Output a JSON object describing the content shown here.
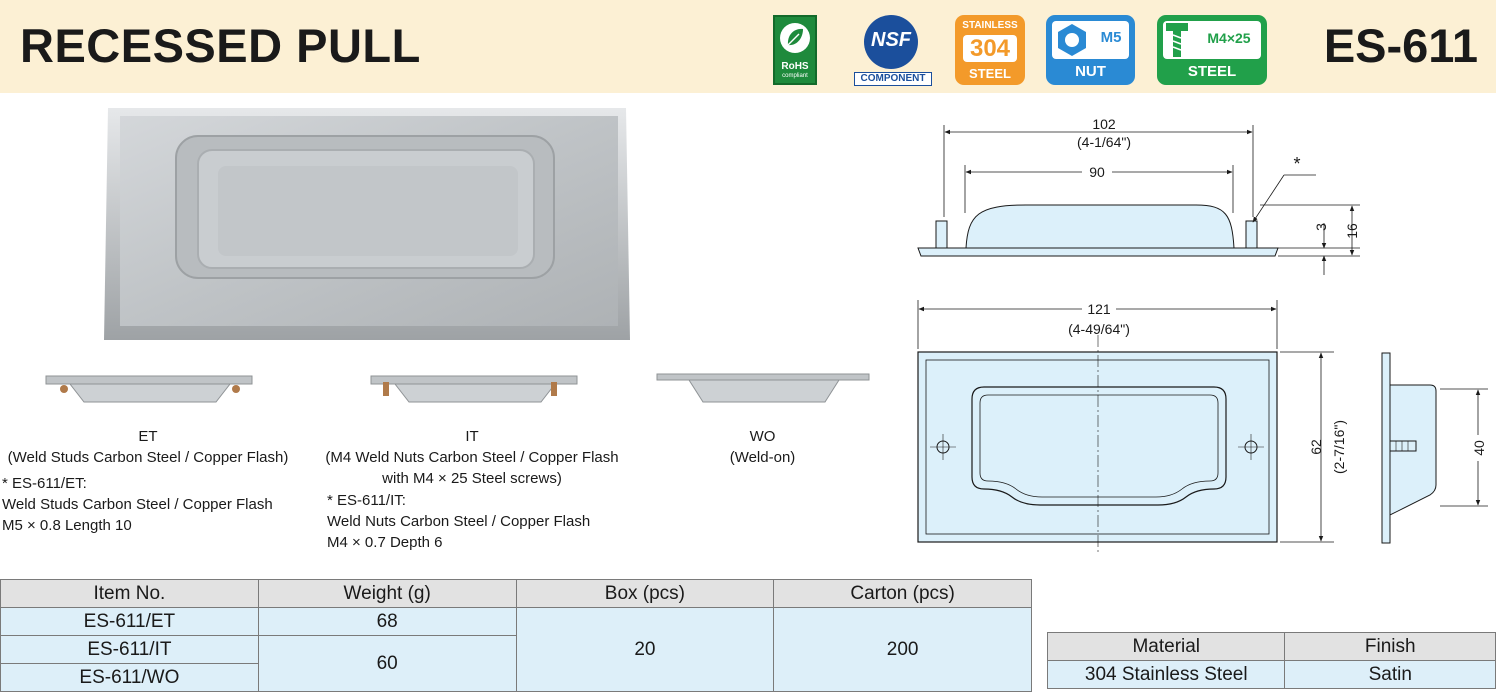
{
  "header": {
    "title": "RECESSED PULL",
    "model": "ES-611",
    "badges": {
      "rohs": {
        "line1": "RoHS",
        "line2": "compliant"
      },
      "nsf": {
        "logo": "NSF",
        "caption": "COMPONENT"
      },
      "stainless": {
        "line1": "STAINLESS",
        "line2": "304",
        "line3": "STEEL"
      },
      "nut": {
        "size": "M5",
        "caption": "NUT"
      },
      "screw": {
        "size": "M4×25",
        "caption": "STEEL"
      }
    }
  },
  "variants": [
    {
      "code": "ET",
      "desc": "(Weld Studs Carbon Steel / Copper Flash)"
    },
    {
      "code": "IT",
      "desc_line1": "(M4 Weld Nuts Carbon Steel / Copper Flash",
      "desc_line2": "with M4 × 25 Steel screws)"
    },
    {
      "code": "WO",
      "desc": "(Weld-on)"
    }
  ],
  "notes": {
    "et": {
      "line1": "* ES-611/ET:",
      "line2": "Weld Studs Carbon Steel / Copper Flash",
      "line3": "M5 × 0.8 Length 10"
    },
    "it": {
      "line1": "* ES-611/IT:",
      "line2": "Weld Nuts Carbon Steel / Copper Flash",
      "line3": "M4 × 0.7 Depth 6"
    }
  },
  "drawing": {
    "dim_102": "102",
    "dim_102_in": "(4-1/64\")",
    "dim_90": "90",
    "star": "*",
    "dim_3": "3",
    "dim_16": "16",
    "dim_121": "121",
    "dim_121_in": "(4-49/64\")",
    "dim_62": "62",
    "dim_62_in": "(2-7/16\")",
    "dim_40": "40"
  },
  "spec_table": {
    "headers": [
      "Item No.",
      "Weight (g)",
      "Box (pcs)",
      "Carton (pcs)"
    ],
    "items": [
      "ES-611/ET",
      "ES-611/IT",
      "ES-611/WO"
    ],
    "weight_et": "68",
    "weight_it_wo": "60",
    "box": "20",
    "carton": "200"
  },
  "material_table": {
    "headers": [
      "Material",
      "Finish"
    ],
    "material": "304 Stainless Steel",
    "finish": "Satin"
  },
  "colors": {
    "header_bg": "#fcf0d4",
    "table_header_bg": "#e2e2e2",
    "table_cell_bg": "#ddeff9",
    "drawing_fill": "#dcf0fa",
    "rohs_green": "#1e8a3c",
    "nsf_blue": "#1b4f9c",
    "stainless_orange": "#f39a2a",
    "nut_blue": "#2a8ad4",
    "screw_green": "#21a04a"
  }
}
